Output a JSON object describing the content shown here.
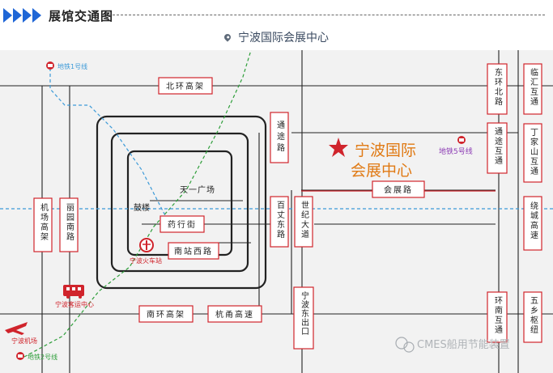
{
  "header": {
    "title": "展馆交通图"
  },
  "location": {
    "text": "宁波国际会展中心"
  },
  "venue": {
    "line1": "宁波国际",
    "line2": "会展中心"
  },
  "roads": {
    "north_ring": "北环高架",
    "south_ring": "南环高架",
    "hangyong": "杭甬高速",
    "huizhan": "会展路",
    "yaohang": "药行街",
    "nanzhan_west": "南站西路",
    "tongtu": "通途路",
    "baizhang_east": "百丈东路",
    "shiji": "世纪大道",
    "jichang": "机场高架",
    "liyuan": "丽园南路",
    "dongfu": "东环北路",
    "tongtu_hutong": "通途互通",
    "linjiang": "临汇互通",
    "dingjiashan": "丁家山互通",
    "raocheng": "绕城高速",
    "huannan": "环南互通",
    "wuxiang": "五乡枢纽",
    "ningbo_east_exit": "宁波东出口"
  },
  "places": {
    "tianyi": "天一广场",
    "gulou": "鼓楼",
    "train_station": "宁波火车站",
    "bus_center": "宁波客运中心",
    "airport": "宁波机场"
  },
  "metro": {
    "line1": "地铁1号线",
    "line2": "地铁2号线",
    "line5": "地铁5号线"
  },
  "watermark": "CMES船用节能装置",
  "colors": {
    "accent": "#1f66d6",
    "road_box": "#d0242c",
    "road_text": "#222222",
    "metro1": "#3c9ad8",
    "metro2": "#2e9e3a",
    "metro5": "#8c3cb4",
    "venue_text": "#e07a14",
    "venue_star": "#d0242c",
    "map_bg": "#f2f2f2"
  },
  "icons": [
    "chevron-icon",
    "location-pin-icon",
    "metro-icon",
    "train-station-icon",
    "bus-icon",
    "airplane-icon",
    "star-icon",
    "wechat-icon"
  ]
}
